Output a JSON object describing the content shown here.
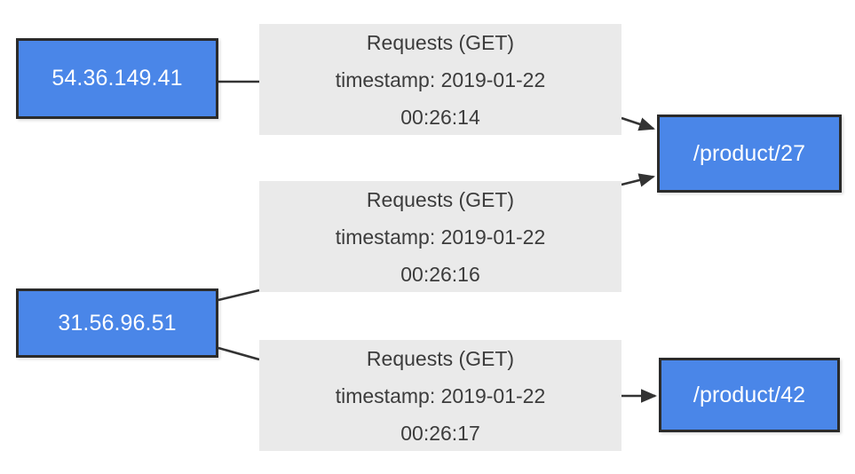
{
  "diagram": {
    "type": "graph",
    "background_color": "#ffffff",
    "node_fill_color": "#4a86e8",
    "node_border_color": "#2b2b2b",
    "node_text_color": "#ffffff",
    "edge_label_background": "#eaeaea",
    "edge_label_text_color": "#3c3c3c",
    "edge_line_color": "#333333",
    "nodes": [
      {
        "id": "src-1",
        "label": "54.36.149.41",
        "role": "source-ip"
      },
      {
        "id": "src-2",
        "label": "31.56.96.51",
        "role": "source-ip"
      },
      {
        "id": "dst-1",
        "label": "/product/27",
        "role": "target-path"
      },
      {
        "id": "dst-2",
        "label": "/product/42",
        "role": "target-path"
      }
    ],
    "edges": [
      {
        "id": "edge-0",
        "from": "src-1",
        "to": "dst-1",
        "relation": "Requests (GET)",
        "timestamp_line": "timestamp: 2019-01-22",
        "time_line": "00:26:14",
        "arrow": "arrowhead-filled"
      },
      {
        "id": "edge-1",
        "from": "src-2",
        "to": "dst-1",
        "relation": "Requests (GET)",
        "timestamp_line": "timestamp: 2019-01-22",
        "time_line": "00:26:16",
        "arrow": "arrowhead-filled"
      },
      {
        "id": "edge-2",
        "from": "src-2",
        "to": "dst-2",
        "relation": "Requests (GET)",
        "timestamp_line": "timestamp: 2019-01-22",
        "time_line": "00:26:17",
        "arrow": "arrowhead-filled"
      }
    ]
  }
}
